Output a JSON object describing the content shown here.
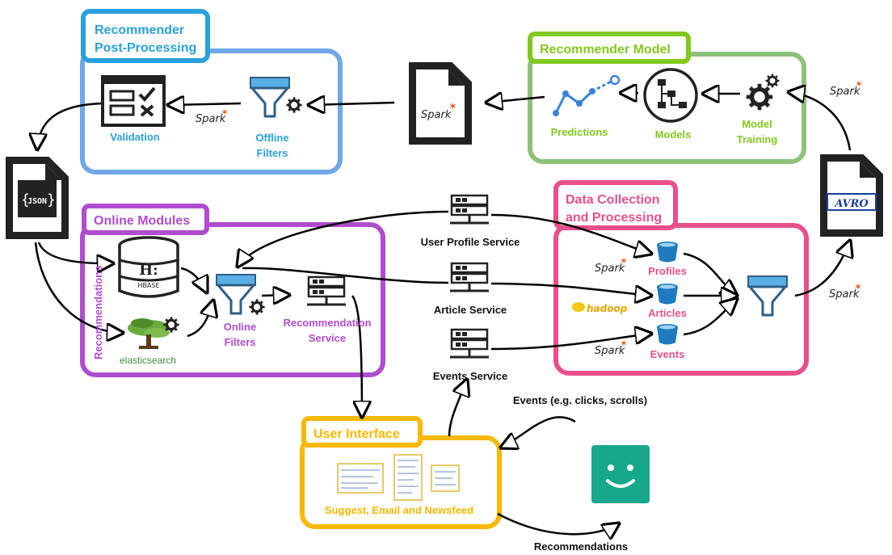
{
  "colors": {
    "post_processing": "#2aa0de",
    "post_processing_box": "#6fa7e8",
    "model": "#82c91e",
    "model_box": "#8dc07a",
    "online": "#b04ccf",
    "data_collection": "#e84f8b",
    "user_interface": "#f6b800",
    "icon_dark": "#222222",
    "funnel_blue": "#5aaee6",
    "bucket_blue": "#1f7bbf",
    "smiley_green": "#17a78a"
  },
  "sections": {
    "post_processing": {
      "title_line1": "Recommender",
      "title_line2": "Post-Processing"
    },
    "model": {
      "title": "Recommender Model"
    },
    "online": {
      "title": "Online Modules"
    },
    "data_collection": {
      "title_line1": "Data Collection",
      "title_line2": "and Processing"
    },
    "user_interface": {
      "title": "User Interface"
    }
  },
  "labels": {
    "validation": "Validation",
    "offline_filters_1": "Offline",
    "offline_filters_2": "Filters",
    "predictions": "Predictions",
    "models": "Models",
    "model_training_1": "Model",
    "model_training_2": "Training",
    "online_filters_1": "Online",
    "online_filters_2": "Filters",
    "recommendation_service_1": "Recommendation",
    "recommendation_service_2": "Service",
    "recommendations_vertical": "Recommendations",
    "elasticsearch": "elasticsearch",
    "hbase": "HBASE",
    "user_profile_service": "User Profile Service",
    "article_service": "Article Service",
    "events_service": "Events Service",
    "profiles": "Profiles",
    "articles": "Articles",
    "events": "Events",
    "ui_caption": "Suggest, Email and Newsfeed",
    "events_flow": "Events (e.g. clicks, scrolls)",
    "recommendations_flow": "Recommendations",
    "json": "JSON",
    "avro": "AVRO",
    "hadoop": "hadoop",
    "spark": "Spark"
  }
}
